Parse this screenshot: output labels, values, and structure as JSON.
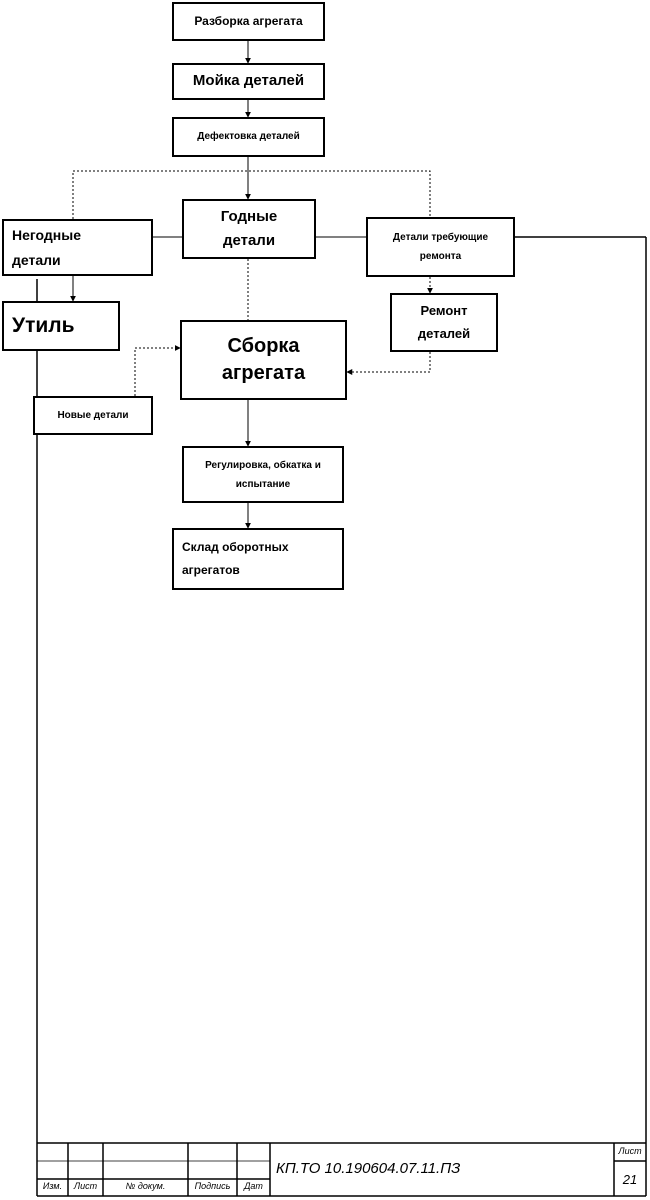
{
  "flowchart": {
    "disassembly": "Разборка агрегата",
    "washing": "Мойка деталей",
    "defect_detection": "Дефектовка деталей",
    "unusable_parts": "Негодные детали",
    "usable_parts": "Годные детали",
    "repair_needed_parts": "Детали требующие ремонта",
    "scrap": "Утиль",
    "repair_parts": "Ремонт деталей",
    "assembly": "Сборка агрегата",
    "new_parts": "Новые детали",
    "adjustment_testing": "Регулировка, обкатка и испытание",
    "warehouse": "Склад оборотных агрегатов"
  },
  "title_block": {
    "col_change": "Изм.",
    "col_sheet": "Лист",
    "col_doc_no": "№ докум.",
    "col_signature": "Подпись",
    "col_date": "Дат",
    "document_code": "КП.ТО 10.190604.07.11.ПЗ",
    "sheet_label": "Лист",
    "sheet_number": "21"
  }
}
